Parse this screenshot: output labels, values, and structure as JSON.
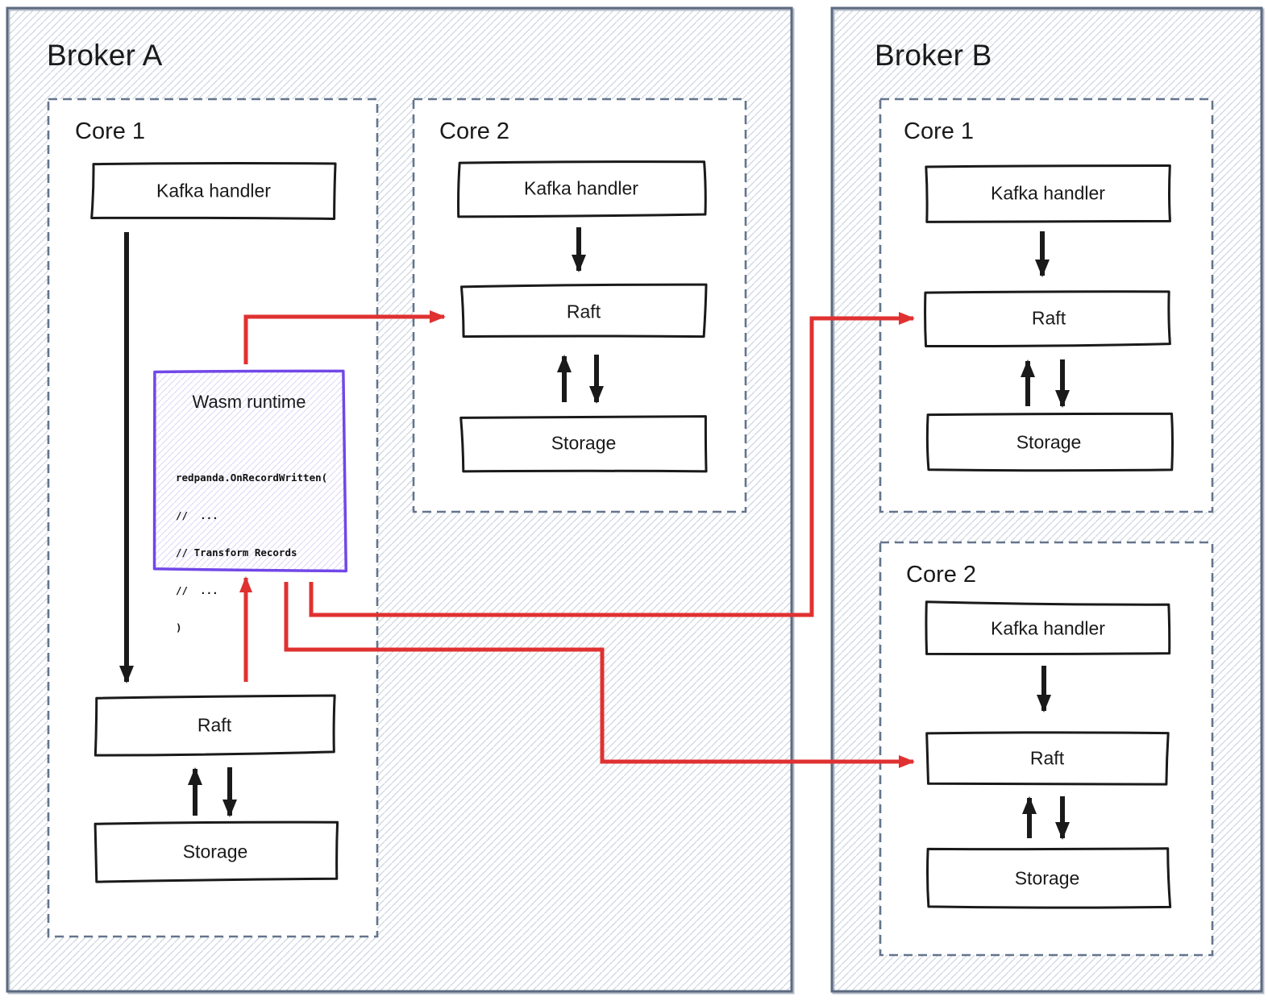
{
  "brokers": [
    {
      "title": "Broker A",
      "cores": [
        {
          "title": "Core 1",
          "boxes": [
            {
              "label": "Kafka handler"
            },
            {
              "label": "Raft"
            },
            {
              "label": "Storage"
            }
          ]
        },
        {
          "title": "Core 2",
          "boxes": [
            {
              "label": "Kafka handler"
            },
            {
              "label": "Raft"
            },
            {
              "label": "Storage"
            }
          ]
        }
      ]
    },
    {
      "title": "Broker B",
      "cores": [
        {
          "title": "Core 1",
          "boxes": [
            {
              "label": "Kafka handler"
            },
            {
              "label": "Raft"
            },
            {
              "label": "Storage"
            }
          ]
        },
        {
          "title": "Core 2",
          "boxes": [
            {
              "label": "Kafka handler"
            },
            {
              "label": "Raft"
            },
            {
              "label": "Storage"
            }
          ]
        }
      ]
    }
  ],
  "wasm_runtime": {
    "title": "Wasm runtime",
    "code_lines": [
      "redpanda.OnRecordWritten(",
      "//  ...",
      "// Transform Records",
      "//  ...",
      ")"
    ]
  },
  "colors": {
    "connector_red": "#e03131",
    "wasm_purple": "#7147e8",
    "broker_border": "#5c6a80",
    "core_dashed_border": "#64748c",
    "hatch_line": "#ccd4e0",
    "box_black": "#1a1a1a"
  }
}
